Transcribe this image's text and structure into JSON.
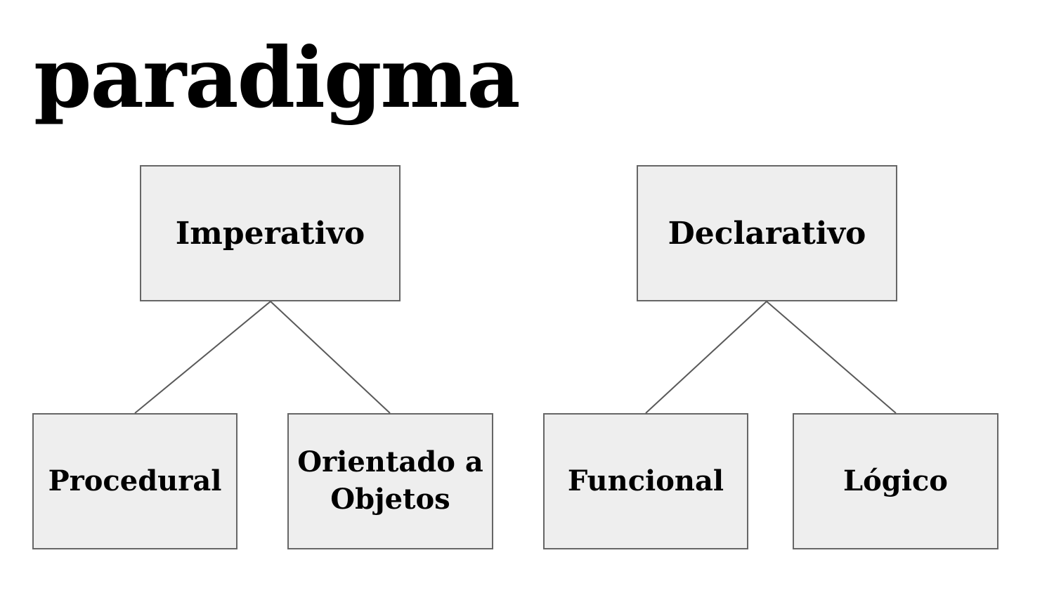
{
  "title": "paradigma",
  "colors": {
    "node_fill": "#eeeeee",
    "node_border": "#666666",
    "connector": "#595959",
    "text": "#000000"
  },
  "tree": {
    "imperativo": {
      "label": "Imperativo",
      "children": {
        "procedural": "Procedural",
        "orientado_a_objetos": "Orientado a\nObjetos"
      }
    },
    "declarativo": {
      "label": "Declarativo",
      "children": {
        "funcional": "Funcional",
        "logico": "Lógico"
      }
    }
  }
}
